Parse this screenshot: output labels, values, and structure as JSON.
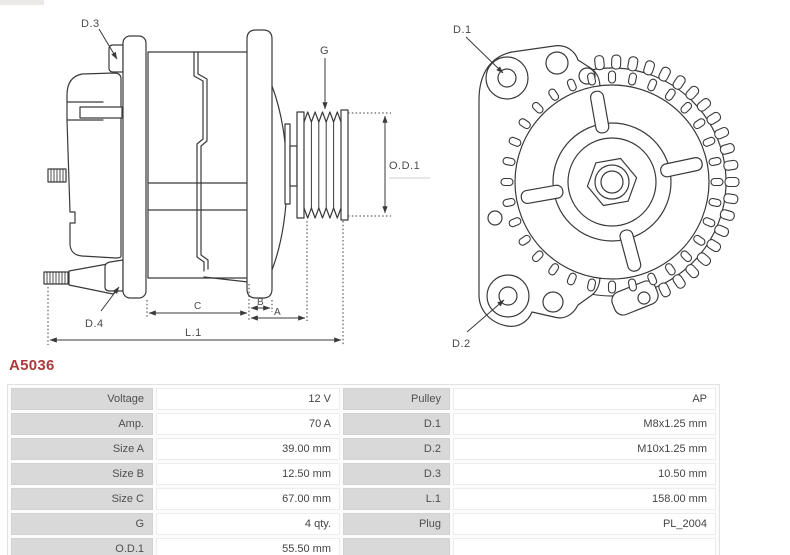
{
  "part_number": "A5036",
  "colors": {
    "accent": "#a93b3d",
    "line": "#3a3a3a",
    "table_label_bg": "#d9d9d9"
  },
  "diagram": {
    "side_view": {
      "labels": {
        "d3": "D.3",
        "d4": "D.4",
        "g": "G",
        "od1": "O.D.1",
        "size_a": "A",
        "size_b": "B",
        "size_c": "C",
        "l1": "L.1"
      }
    },
    "front_view": {
      "labels": {
        "d1": "D.1",
        "d2": "D.2"
      }
    }
  },
  "specs": {
    "rows": [
      {
        "label1": "Voltage",
        "value1": "12 V",
        "label2": "Pulley",
        "value2": "AP"
      },
      {
        "label1": "Amp.",
        "value1": "70 A",
        "label2": "D.1",
        "value2": "M8x1.25 mm"
      },
      {
        "label1": "Size A",
        "value1": "39.00 mm",
        "label2": "D.2",
        "value2": "M10x1.25 mm"
      },
      {
        "label1": "Size B",
        "value1": "12.50 mm",
        "label2": "D.3",
        "value2": "10.50 mm"
      },
      {
        "label1": "Size C",
        "value1": "67.00 mm",
        "label2": "L.1",
        "value2": "158.00 mm"
      },
      {
        "label1": "G",
        "value1": "4 qty.",
        "label2": "Plug",
        "value2": "PL_2004"
      },
      {
        "label1": "O.D.1",
        "value1": "55.50 mm",
        "label2": "",
        "value2": ""
      }
    ]
  }
}
